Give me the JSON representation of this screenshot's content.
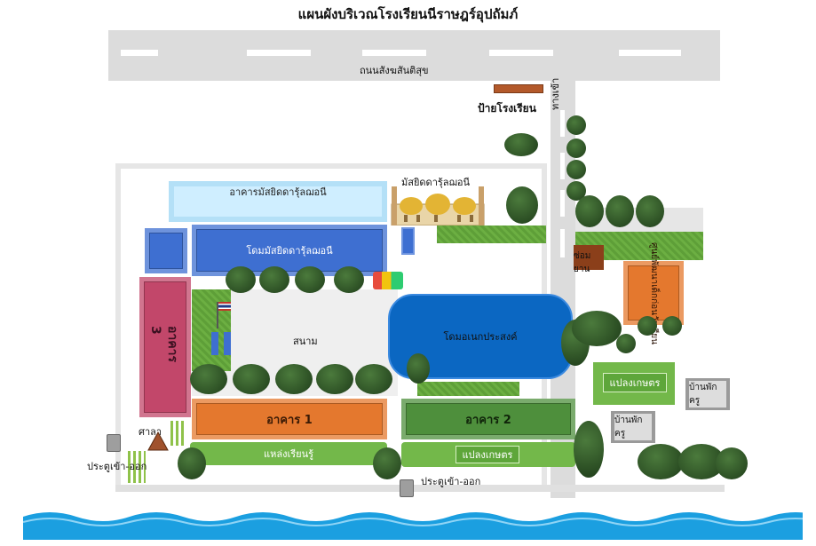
{
  "title": "แผนผังบริเวณโรงเรียนนีราษฎร์อุปถัมภ์",
  "roads": {
    "main": "ถนนสังฆสันติสุข",
    "side": "ทางเข้า"
  },
  "labels": {
    "school_sign": "ป้ายโรงเรียน",
    "mosque": "มัสยิดดารุ้ลฌอนี",
    "mosque_building": "อาคารมัสยิดดารุ้ลฌอนี",
    "mosque_dome": "โดมมัสยิดดารุ้ลฌอนี",
    "field": "สนาม",
    "multi_dome": "โดมอเนกประสงค์",
    "building3": "อาคาร 3",
    "building1": "อาคาร 1",
    "building2": "อาคาร 2",
    "sala": "ศาลา",
    "gate_left": "ประตูเข้า-ออก",
    "gate_bottom": "ประตูเข้า-ออก",
    "learning": "แหล่งเรียนรู้",
    "farm_center": "แปลงเกษตร",
    "farm_right": "แปลงเกษตร",
    "repair": "ซ่อมยาน",
    "youth_center": "ศูนย์พัฒนาเด็กก่อนวัยเรียน",
    "teacher1": "บ้านพักครู",
    "teacher2": "บ้านพักครู"
  },
  "colors": {
    "road": "#dcdcdc",
    "orange": "#e4782e",
    "green_building": "#4e8f3c",
    "blue": "#3e6fd1",
    "dome_blue": "#0b67c2",
    "pink": "#c2476a",
    "farm": "#73b84a",
    "sea": "#1b9fe0"
  }
}
